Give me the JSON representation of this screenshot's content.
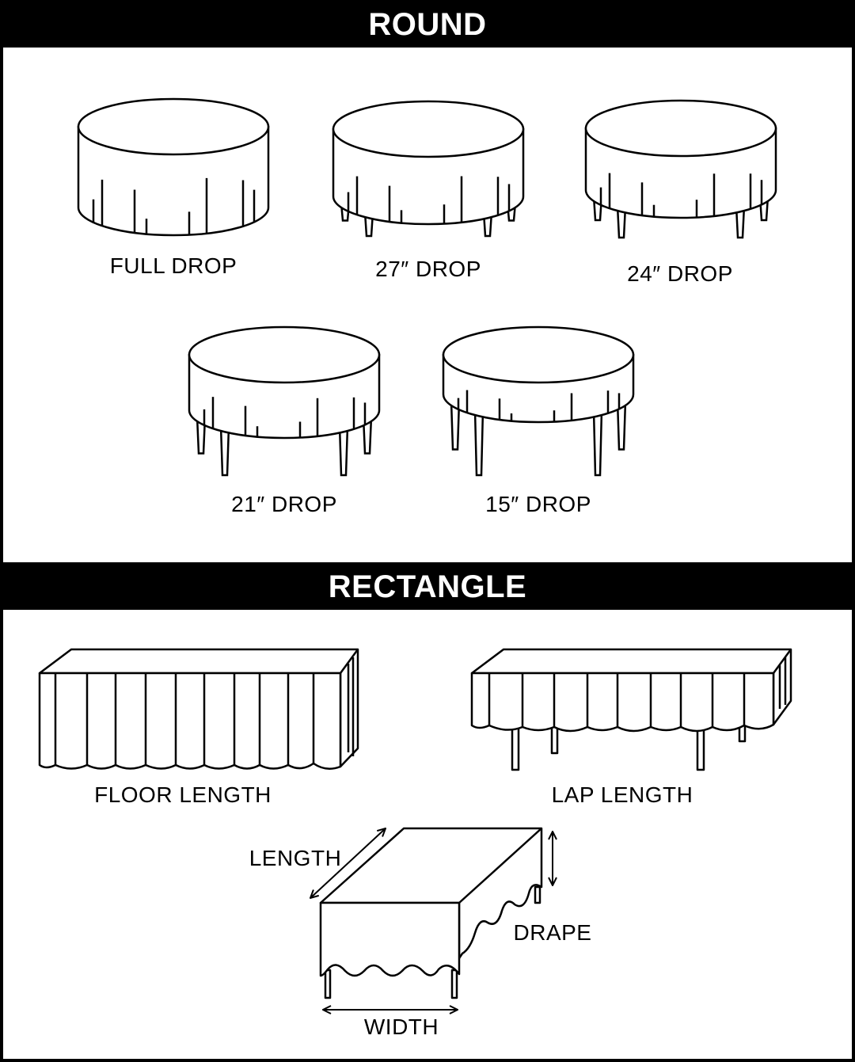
{
  "round_section": {
    "title": "ROUND",
    "items": [
      {
        "label": "FULL DROP"
      },
      {
        "label": "27″ DROP"
      },
      {
        "label": "24″ DROP"
      },
      {
        "label": "21″ DROP"
      },
      {
        "label": "15″ DROP"
      }
    ]
  },
  "rectangle_section": {
    "title": "RECTANGLE",
    "items": [
      {
        "label": "FLOOR LENGTH"
      },
      {
        "label": "LAP LENGTH"
      }
    ],
    "dimension_labels": {
      "length": "LENGTH",
      "drape": "DRAPE",
      "width": "WIDTH"
    }
  },
  "colors": {
    "ink": "#000000",
    "background": "#ffffff",
    "header_text": "#ffffff"
  }
}
